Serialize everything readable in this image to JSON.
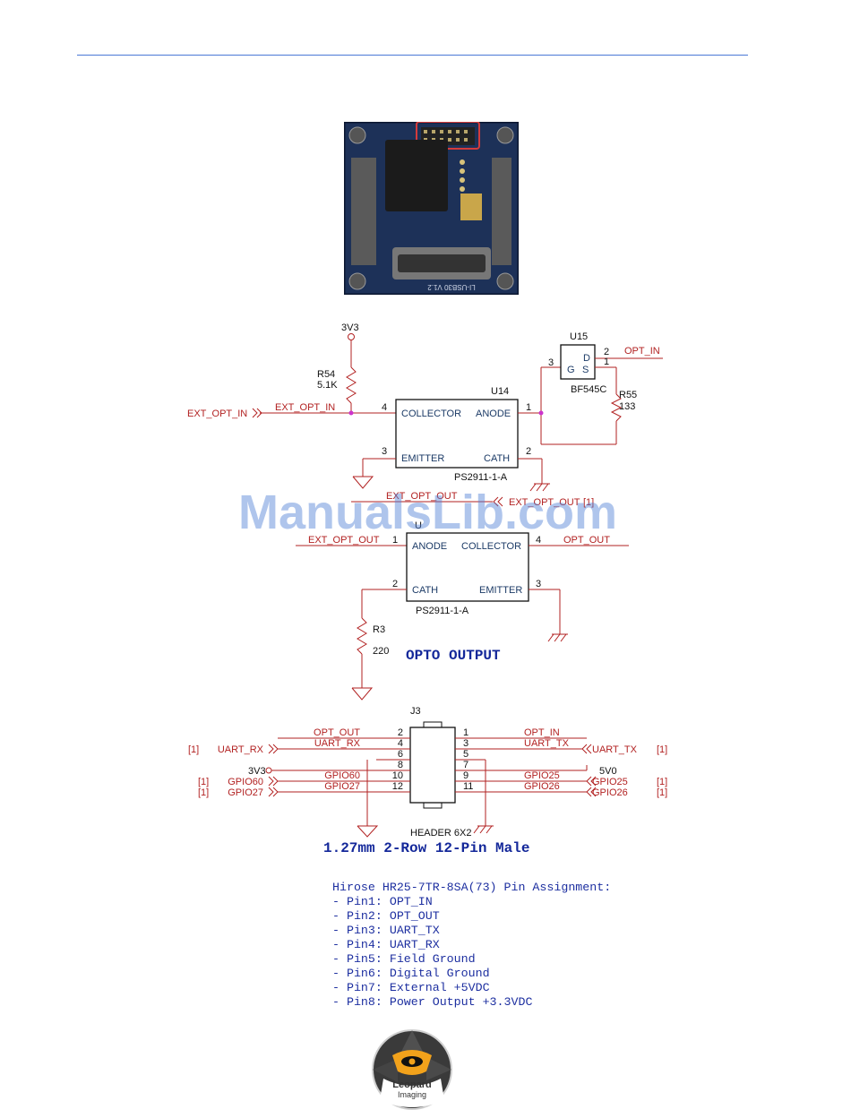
{
  "watermark": "ManualsLib.com",
  "schematic_a": {
    "power_3v3": "3V3",
    "r54_ref": "R54",
    "r54_val": "5.1K",
    "ext_opt_in_port": "EXT_OPT_IN",
    "ext_opt_in_net": "EXT_OPT_IN",
    "u14_ref": "U14",
    "u14_part": "PS2911-1-A",
    "collector": "COLLECTOR",
    "anode": "ANODE",
    "emitter": "EMITTER",
    "cath": "CATH",
    "pin4": "4",
    "pin1": "1",
    "pin3": "3",
    "pin2": "2",
    "u15_ref": "U15",
    "u15_part": "BF545C",
    "u15_d": "D",
    "u15_g": "G",
    "u15_s": "S",
    "u15_pin3": "3",
    "u15_pin2": "2",
    "u15_pin1": "1",
    "opt_in_net": "OPT_IN",
    "r55_ref": "R55",
    "r55_val": "133"
  },
  "schematic_b": {
    "ext_opt_out_net": "EXT_OPT_OUT",
    "ext_opt_out_port": "EXT_OPT_OUT",
    "ext_opt_out_ref": "[1]",
    "ext_opt_out_left": "EXT_OPT_OUT",
    "u_ref": "U",
    "anode": "ANODE",
    "collector": "COLLECTOR",
    "cath": "CATH",
    "emitter": "EMITTER",
    "opt_out_net": "OPT_OUT",
    "part": "PS2911-1-A",
    "pin1": "1",
    "pin4": "4",
    "pin2": "2",
    "pin3": "3",
    "r3_ref": "R3",
    "r3_val": "220",
    "title": "OPTO OUTPUT"
  },
  "header": {
    "ref": "J3",
    "part": "HEADER 6X2",
    "title": "1.27mm 2-Row 12-Pin Male",
    "left_rows": [
      {
        "net": "OPT_OUT",
        "pin": "2"
      },
      {
        "net": "UART_RX",
        "pin": "4"
      },
      {
        "net": "",
        "pin": "6"
      },
      {
        "net": "",
        "pin": "8"
      },
      {
        "net": "GPIO60",
        "pin": "10"
      },
      {
        "net": "GPIO27",
        "pin": "12"
      }
    ],
    "right_rows": [
      {
        "net": "OPT_IN",
        "pin": "1"
      },
      {
        "net": "UART_TX",
        "pin": "3"
      },
      {
        "net": "",
        "pin": "5"
      },
      {
        "net": "",
        "pin": "7"
      },
      {
        "net": "GPIO25",
        "pin": "9"
      },
      {
        "net": "GPIO26",
        "pin": "11"
      }
    ],
    "left_ports": [
      {
        "ref": "[1]",
        "name": "UART_RX"
      },
      {
        "ref": "[1]",
        "name": "GPIO60"
      },
      {
        "ref": "[1]",
        "name": "GPIO27"
      }
    ],
    "right_ports": [
      {
        "ref": "[1]",
        "name": "UART_TX"
      },
      {
        "ref": "[1]",
        "name": "GPIO25"
      },
      {
        "ref": "[1]",
        "name": "GPIO26"
      }
    ],
    "power_left": "3V3",
    "power_right": "5V0"
  },
  "pin_assignment": {
    "heading": "Hirose HR25-7TR-8SA(73) Pin Assignment:",
    "items": [
      "- Pin1: OPT_IN",
      "- Pin2: OPT_OUT",
      "- Pin3: UART_TX",
      "- Pin4: UART_RX",
      "- Pin5: Field Ground",
      "- Pin6: Digital Ground",
      "- Pin7: External +5VDC",
      "- Pin8: Power Output +3.3VDC"
    ]
  },
  "logo": {
    "line1": "Leopard",
    "line2": "Imaging",
    "colors": {
      "ring": "#3a3a3a",
      "accent": "#f2a21b",
      "text": "#ffffff"
    }
  },
  "board": {
    "silkscreen": "LI-USB30 V1.2",
    "colors": {
      "pcb": "#1d3158",
      "chip": "#1b1b1b",
      "gold": "#c9a64a"
    }
  }
}
